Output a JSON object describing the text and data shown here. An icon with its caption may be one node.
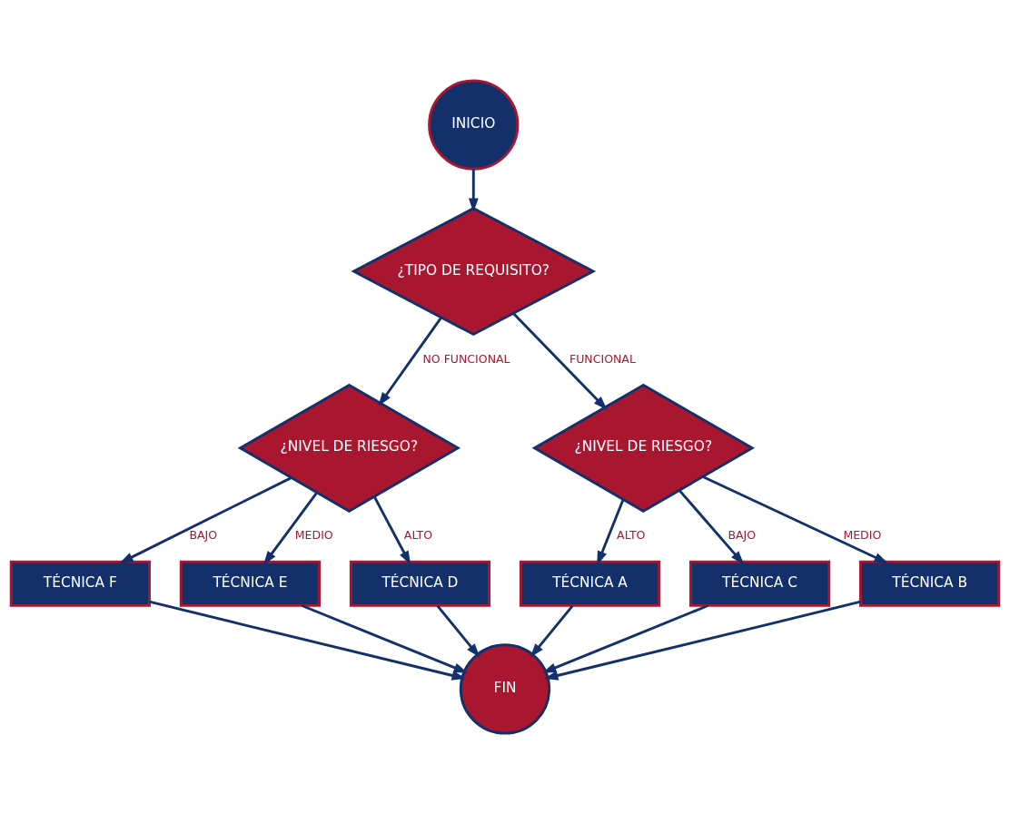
{
  "diagram": {
    "nodes": [
      {
        "text": [
          "INICIO"
        ]
      },
      {
        "text": [
          "¿TIPO DE REQUISITO?"
        ]
      },
      {
        "text": [
          "¿NIVEL DE RIESGO?"
        ]
      },
      {
        "text": [
          "TÉCNICA F"
        ]
      },
      {
        "text": [
          "¿NIVEL DE RIESGO?"
        ]
      },
      {
        "text": [
          "TÉCNICA E"
        ]
      },
      {
        "text": [
          "TÉCNICA D"
        ]
      },
      {
        "text": [
          "TÉCNICA A"
        ]
      },
      {
        "text": [
          "TÉCNICA C"
        ]
      },
      {
        "text": [
          "TÉCNICA B"
        ]
      },
      {
        "text": [
          "FIN"
        ]
      }
    ],
    "edges": [
      {
        "from": 0,
        "to": 1,
        "arrow": "to"
      },
      {
        "from": 1,
        "to": 2,
        "arrow": "to",
        "label": "NO FUNCIONAL"
      },
      {
        "from": 1,
        "to": 4,
        "arrow": "to",
        "label": "FUNCIONAL"
      },
      {
        "from": 2,
        "to": 3,
        "arrow": "to",
        "label": "BAJO"
      },
      {
        "from": 2,
        "to": 5,
        "arrow": "to",
        "label": "MEDIO"
      },
      {
        "from": 2,
        "to": 6,
        "arrow": "to",
        "label": "ALTO"
      },
      {
        "from": 4,
        "to": 7,
        "arrow": "to",
        "label": "ALTO"
      },
      {
        "from": 4,
        "to": 9,
        "arrow": "to",
        "label": "MEDIO"
      },
      {
        "from": 4,
        "to": 8,
        "arrow": "to",
        "label": "BAJO"
      },
      {
        "from": 3,
        "to": 10,
        "arrow": "to"
      },
      {
        "from": 5,
        "to": 10,
        "arrow": "to"
      },
      {
        "from": 6,
        "to": 10,
        "arrow": "to"
      },
      {
        "from": 8,
        "to": 10,
        "arrow": "to"
      },
      {
        "from": 9,
        "to": 10,
        "arrow": "to"
      },
      {
        "from": 7,
        "to": 10,
        "arrow": "to"
      }
    ]
  }
}
